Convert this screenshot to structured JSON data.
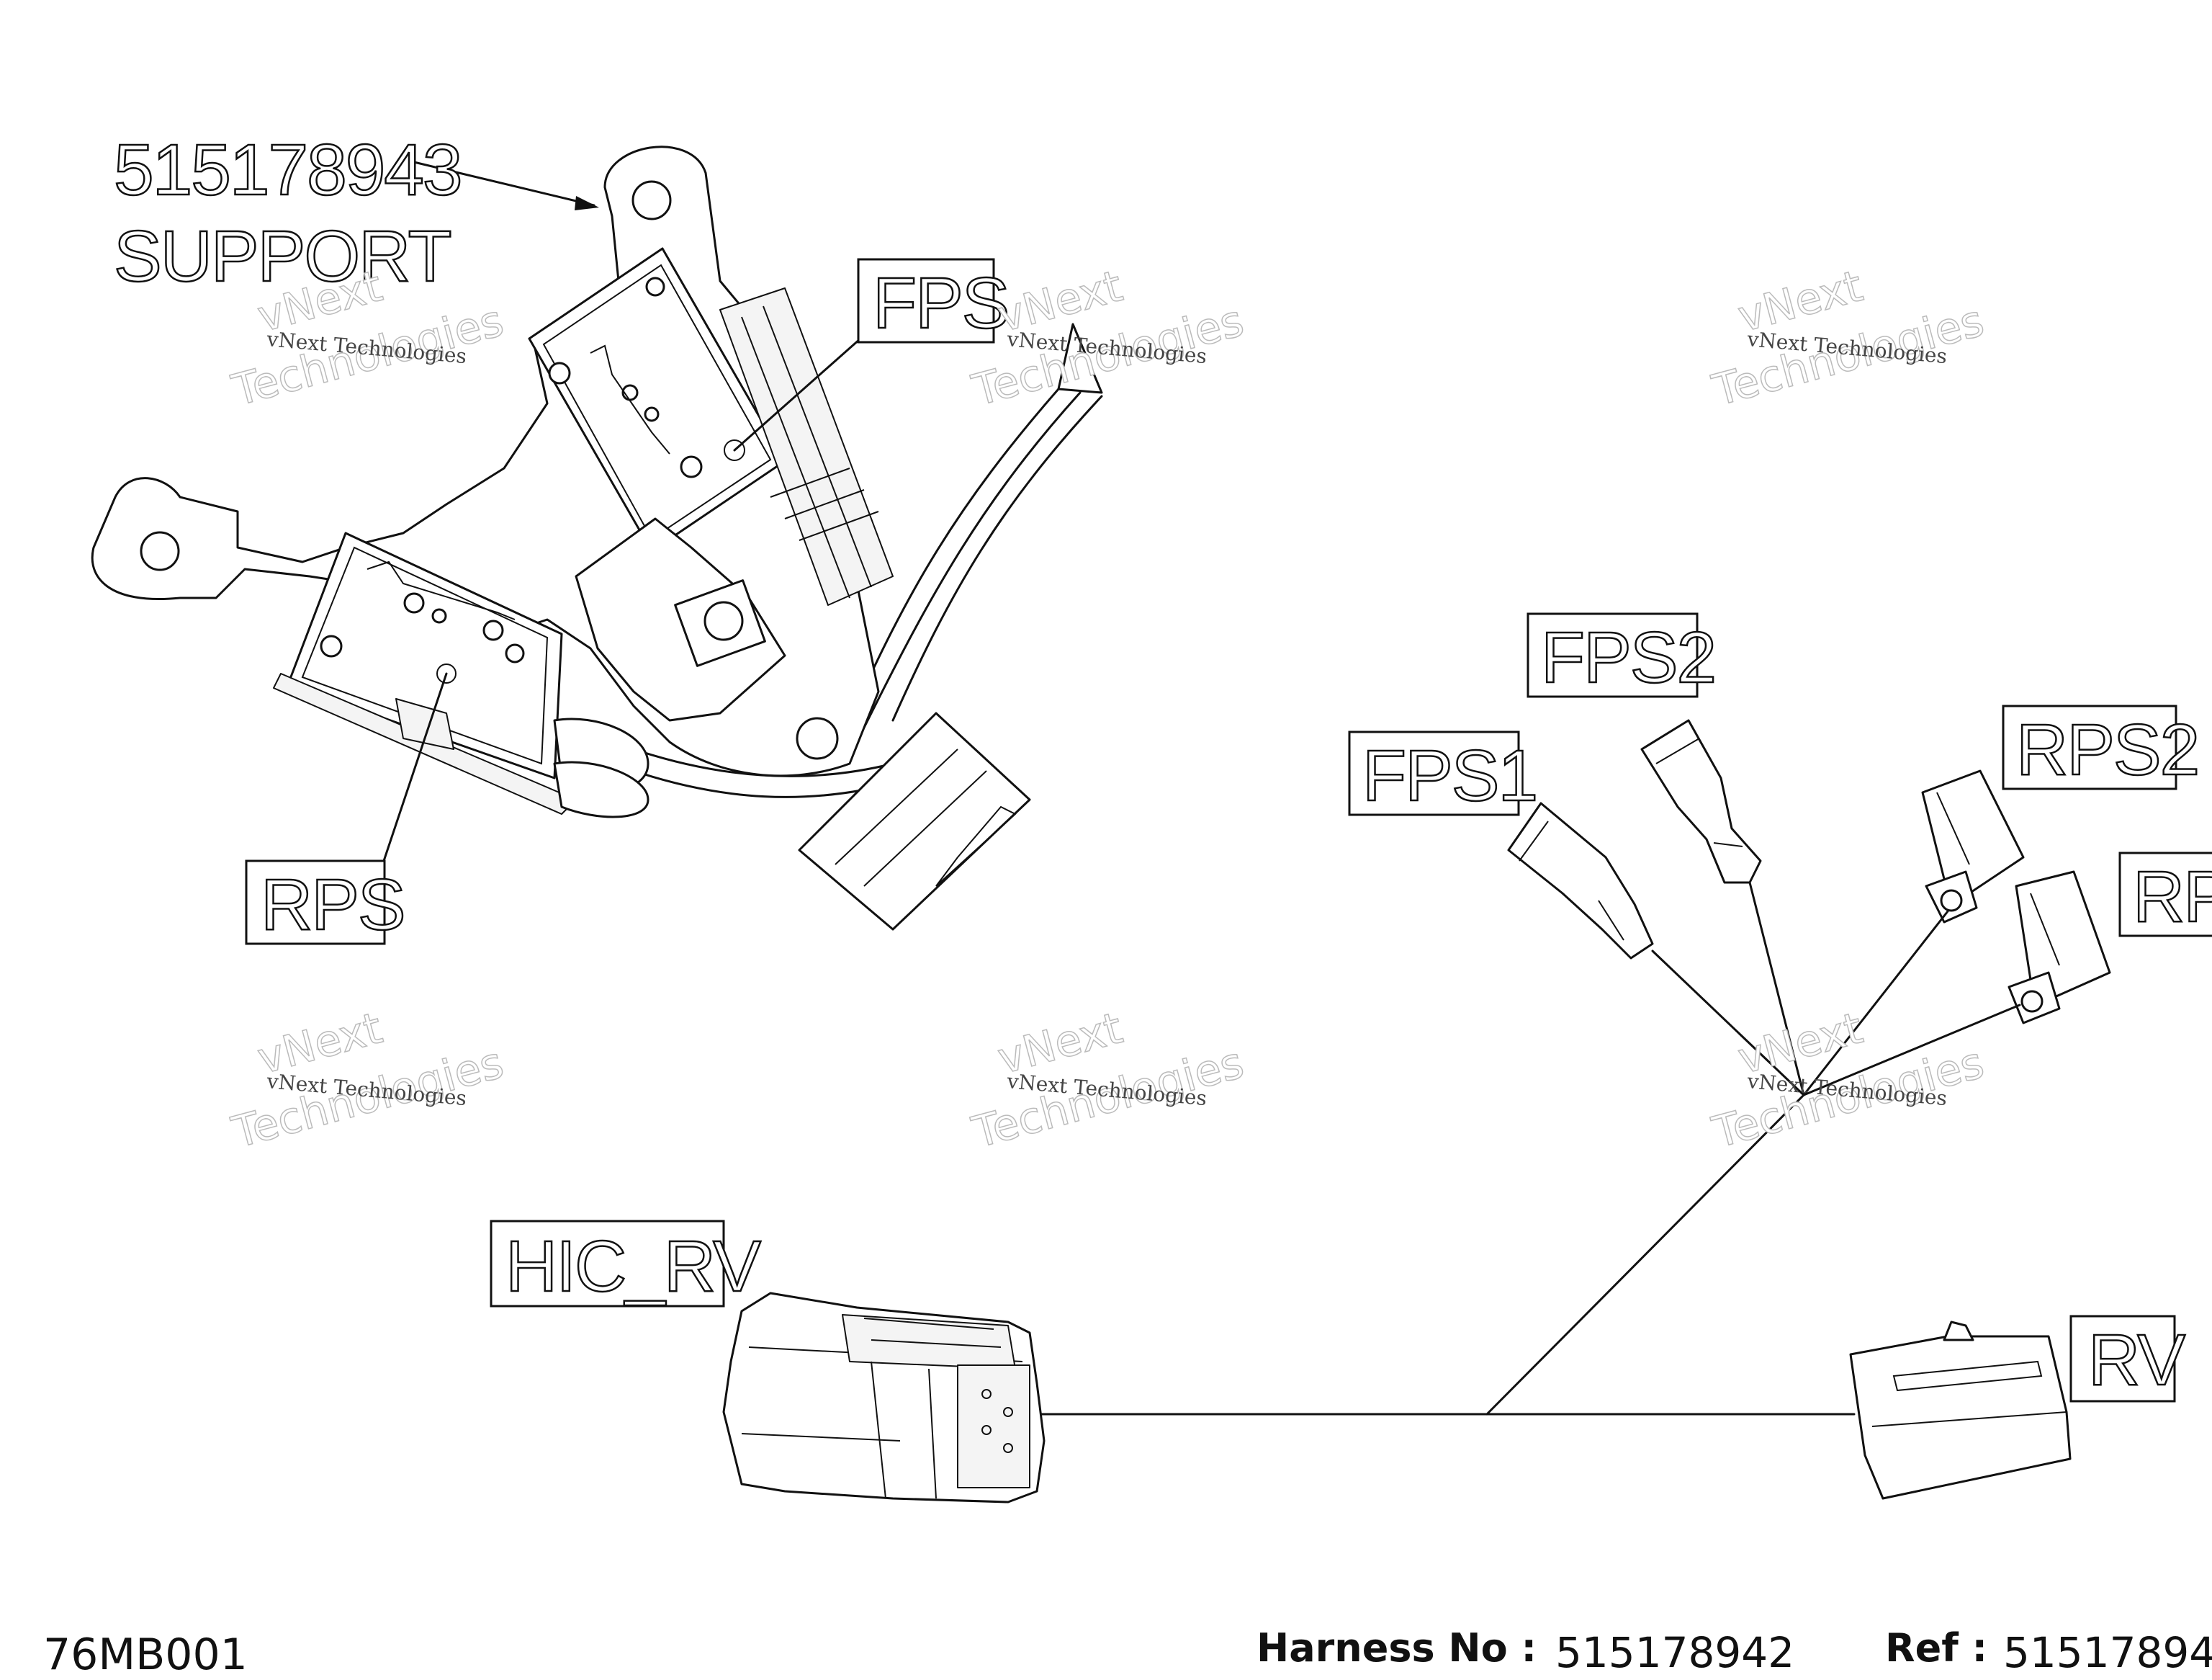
{
  "callouts": {
    "support_part_number": "515178943",
    "support_name": "SUPPORT",
    "fps": "FPS",
    "rps": "RPS",
    "fps1": "FPS1",
    "fps2": "FPS2",
    "rps2": "RPS2",
    "rps_partial": "RPS",
    "hic_rv": "HIC_RV",
    "rv": "RV"
  },
  "watermark": {
    "line1": "vNext Technologies",
    "line2_a": "vNext",
    "line2_b": "Technologies"
  },
  "footer": {
    "drawing_code": "76MB001",
    "harness_label": "Harness No :",
    "harness_value": "515178942",
    "ref_label": "Ref :",
    "ref_value": "51517894"
  }
}
